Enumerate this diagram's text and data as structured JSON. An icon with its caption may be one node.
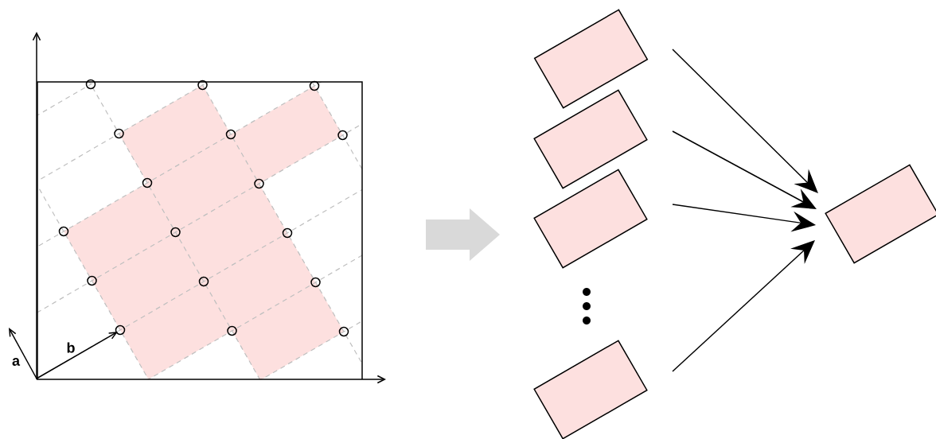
{
  "diagram": {
    "nodes": [
      {
        "text": [],
        "shape": "box"
      },
      {
        "text": [],
        "shape": "box"
      },
      {
        "text": [],
        "shape": "box"
      },
      {
        "text": [],
        "shape": "box"
      },
      {
        "text": [],
        "shape": "box"
      }
    ],
    "edges": [
      {
        "from": 0,
        "to": 4,
        "arrow": "to"
      },
      {
        "from": 1,
        "to": 4,
        "arrow": "to"
      },
      {
        "from": 2,
        "to": 4,
        "arrow": "to"
      },
      {
        "from": 3,
        "to": 4,
        "arrow": "to"
      }
    ],
    "labels": [
      "a",
      "b"
    ]
  }
}
